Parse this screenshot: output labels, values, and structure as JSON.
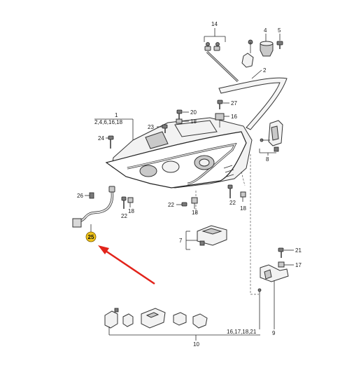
{
  "labels": {
    "l1": "1",
    "l1sub": "2,4,6,16,18",
    "l2": "2",
    "l4": "4",
    "l5": "5",
    "l7": "7",
    "l8": "8",
    "l9": "9",
    "l10": "10",
    "l14": "14",
    "l16": "16",
    "l17": "17",
    "l18a": "18",
    "l18b": "18",
    "l18c": "18",
    "l20": "20",
    "l21": "21",
    "l22a": "22",
    "l22b": "22",
    "l23": "23",
    "l24": "24",
    "l25": "25",
    "l26": "26",
    "l27": "27",
    "l22c": "22",
    "l18d": "18",
    "l10sub": "16,17,18,21"
  },
  "colors": {
    "highlight_badge": "#f0c419",
    "arrow": "#e2231a",
    "line": "#2a2a2a"
  }
}
